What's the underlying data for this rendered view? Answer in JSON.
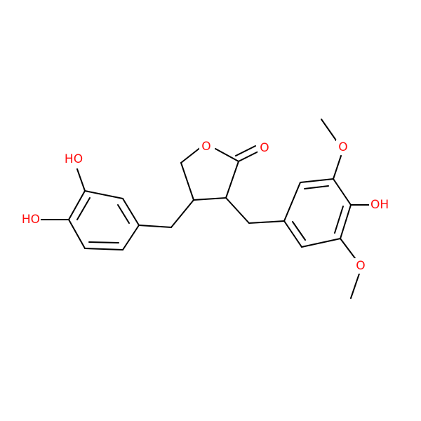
{
  "molecule": {
    "atom_color_oxygen": "#ff0d0d",
    "bond_color": "#000000",
    "background": "#ffffff",
    "labels": {
      "ring_oxygen": "O",
      "carbonyl_oxygen": "O",
      "methoxy_top_oxygen": "O",
      "methoxy_bottom_oxygen": "O",
      "hydroxyl_para": "OH",
      "hydroxyl_meta_catechol": "HO",
      "hydroxyl_para_catechol": "HO"
    }
  }
}
